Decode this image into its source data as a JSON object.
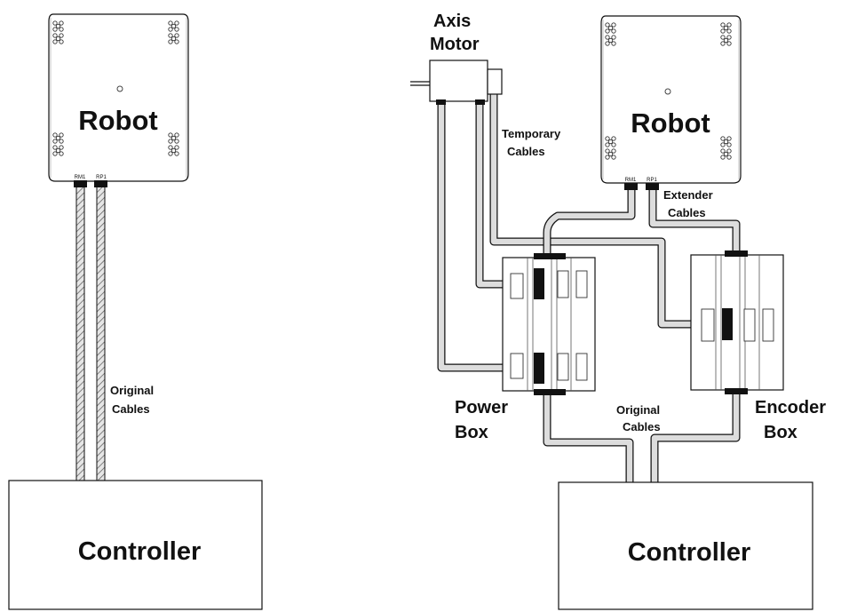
{
  "left_setup": {
    "robot": {
      "label": "Robot",
      "connectors": [
        "RM1",
        "RP1"
      ]
    },
    "cables_label": [
      "Original",
      "Cables"
    ],
    "controller": {
      "label": "Controller"
    }
  },
  "right_setup": {
    "axis_motor": {
      "label": [
        "Axis",
        "Motor"
      ]
    },
    "temporary_cables_label": [
      "Temporary",
      "Cables"
    ],
    "robot": {
      "label": "Robot",
      "connectors": [
        "RM1",
        "RP1"
      ]
    },
    "extender_cables_label": [
      "Extender",
      "Cables"
    ],
    "power_box": {
      "label": [
        "Power",
        "Box"
      ]
    },
    "encoder_box": {
      "label": [
        "Encoder",
        "Box"
      ]
    },
    "original_cables_label": [
      "Original",
      "Cables"
    ],
    "controller": {
      "label": "Controller"
    }
  },
  "colors": {
    "line": "#111111",
    "cable_fill": "#d9d9d9",
    "background": "#ffffff"
  }
}
